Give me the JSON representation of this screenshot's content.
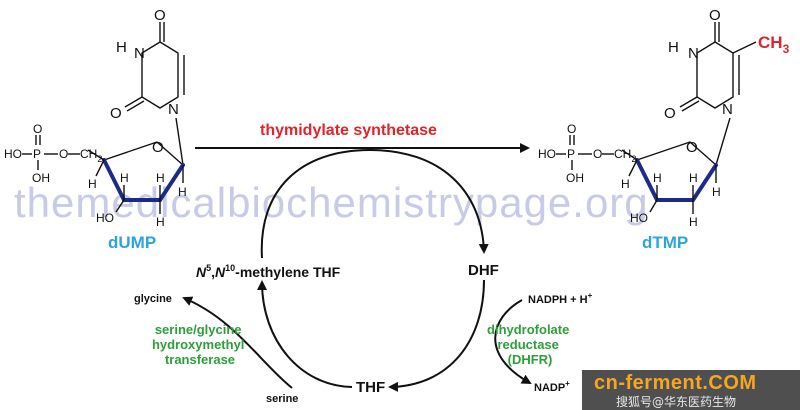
{
  "watermark": "themedicalbiochemistrypage.org",
  "reaction_enzyme": "thymidylate synthetase",
  "left_molecule": {
    "name": "dUMP",
    "phosphate": {
      "ho1": "HO",
      "p": "P",
      "o_top": "O",
      "oh": "OH",
      "o_link": "O",
      "ch2": "CH",
      "ch2_sub": "2"
    },
    "base": {
      "o_top": "O",
      "n_h": "H",
      "n3": "N",
      "o_side": "O",
      "n1": "N"
    },
    "sugar": {
      "ring_o": "O",
      "h1": "H",
      "h2": "H",
      "h3": "H",
      "h4": "H",
      "ho": "HO",
      "h5": "H"
    }
  },
  "right_molecule": {
    "name": "dTMP",
    "methyl": "CH",
    "methyl_sub": "3",
    "phosphate": {
      "ho1": "HO",
      "p": "P",
      "o_top": "O",
      "oh": "OH",
      "o_link": "O",
      "ch2": "CH",
      "ch2_sub": "2"
    },
    "base": {
      "o_top": "O",
      "n_h": "H",
      "n3": "N",
      "o_side": "O",
      "n1": "N"
    },
    "sugar": {
      "ring_o": "O",
      "h1": "H",
      "h2": "H",
      "h3": "H",
      "h4": "H",
      "ho": "HO",
      "h5": "H"
    }
  },
  "cycle": {
    "methylene_thf": {
      "n": "N",
      "sup5": "5",
      "comma": ",",
      "n2": "N",
      "sup10": "10",
      "rest": "-methylene THF"
    },
    "dhf": "DHF",
    "thf": "THF",
    "nadph": "NADPH + H",
    "nadph_sup": "+",
    "nadp": "NADP",
    "nadp_sup": "+",
    "glycine": "glycine",
    "serine": "serine",
    "shmt_lines": [
      "serine/glycine",
      "hydroxymethyl",
      "transferase"
    ],
    "dhfr_lines": [
      "dihydrofolate",
      "reductase",
      "(DHFR)"
    ]
  },
  "footer": {
    "logo": "cn-ferment.COM",
    "subtitle": "搜狐号@华东医药生物"
  },
  "colors": {
    "enzyme_red": "#e0242b",
    "methyl_red": "#e0242b",
    "name_blue": "#2ea3dc",
    "enzyme_green": "#2e9e3a",
    "watermark": "#c7cbe8"
  }
}
